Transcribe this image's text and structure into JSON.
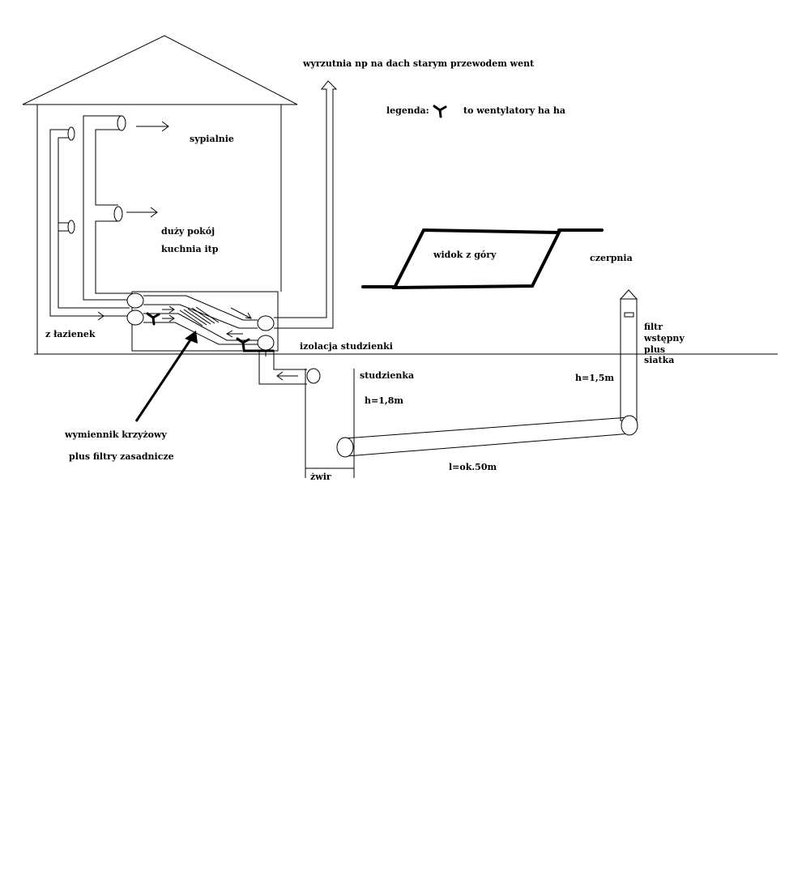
{
  "labels": {
    "exhaust": "wyrzutnia np na dach starym przewodem went",
    "legend": "legenda:",
    "legend_desc": "to wentylatory ha ha",
    "bedrooms": "sypialnie",
    "living_room": "duży pokój",
    "kitchen": "kuchnia itp",
    "from_bathrooms": "z łazienek",
    "top_view": "widok z góry",
    "intake": "czerpnia",
    "filter_1": "filtr",
    "filter_2": "wstępny",
    "filter_3": "plus",
    "filter_4": "siatka",
    "well_insulation": "izolacja studzienki",
    "well": "studzienka",
    "well_height": "h=1,8m",
    "intake_height": "h=1,5m",
    "exchanger_1": "wymiennik krzyżowy",
    "exchanger_2": "plus filtry zasadnicze",
    "duct_length": "l=ok.50m",
    "gravel": "żwir"
  },
  "colors": {
    "stroke": "#000000",
    "background": "#ffffff"
  },
  "icons": {
    "fan": "fan-icon"
  }
}
